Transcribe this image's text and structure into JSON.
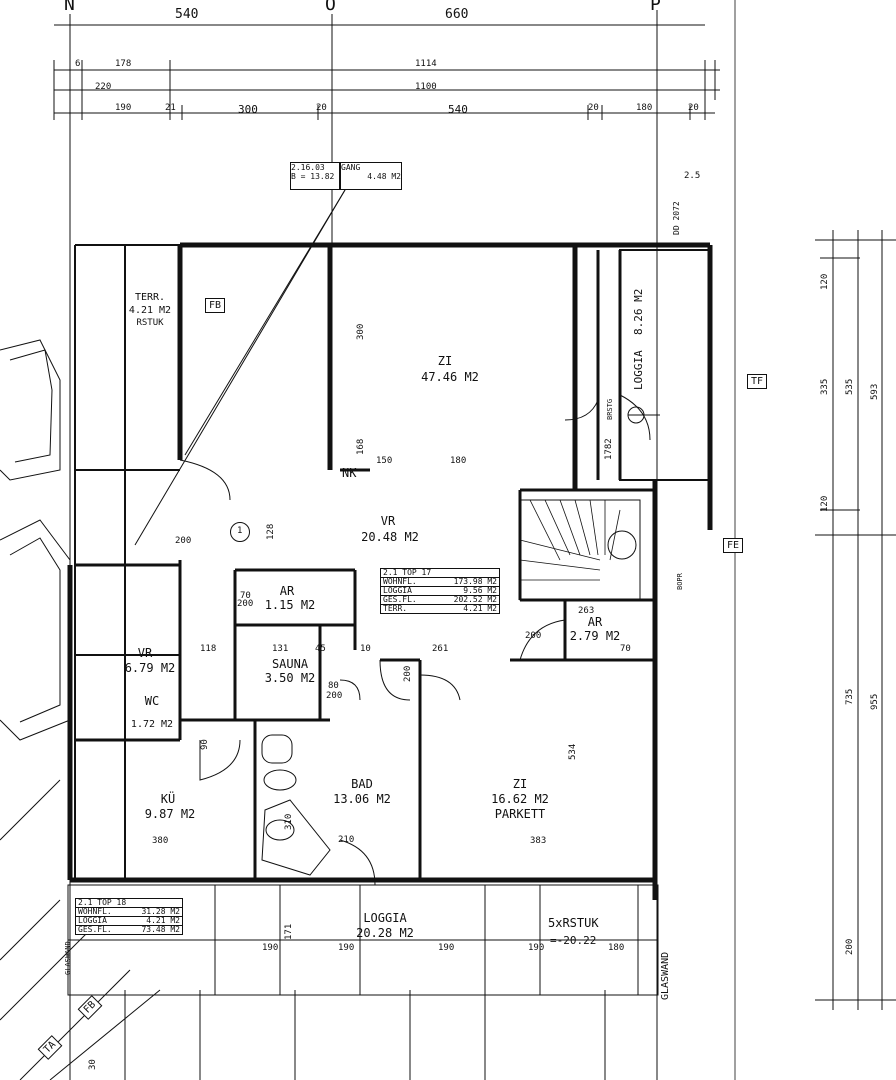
{
  "grid": {
    "n": "N",
    "o": "O",
    "p": "P"
  },
  "top_dims": {
    "row1": [
      "540",
      "660"
    ],
    "row2": [
      "6",
      "178",
      "1114"
    ],
    "row3": [
      "220",
      "1100"
    ],
    "row4": [
      "190",
      "21",
      "300",
      "20",
      "540",
      "20",
      "180",
      "20"
    ]
  },
  "gang": {
    "col1": [
      "2.16.03",
      "B = 13.82"
    ],
    "label": "GANG",
    "area": "4.48 M2"
  },
  "rooms": {
    "zi_main": {
      "name": "ZI",
      "area": "47.46 M2"
    },
    "vr": {
      "name": "VR",
      "area": "20.48 M2"
    },
    "ar1": {
      "name": "AR",
      "area": "1.15 M2"
    },
    "sauna": {
      "name": "SAUNA",
      "area": "3.50 M2"
    },
    "ar2": {
      "name": "AR",
      "area": "2.79 M2"
    },
    "bad": {
      "name": "BAD",
      "area": "13.06 M2"
    },
    "zi2": {
      "name": "ZI",
      "area": "16.62 M2",
      "note": "PARKETT"
    },
    "ku": {
      "name": "KÜ",
      "area": "9.87 M2"
    },
    "vr2": {
      "name": "VR",
      "area": "6.79 M2"
    },
    "wc": {
      "name": "WC",
      "area": "1.72 M2"
    },
    "terr": {
      "name": "TERR.",
      "area": "4.21 M2",
      "note": "RSTUK"
    },
    "loggia_right": {
      "name": "LOGGIA",
      "area": "8.26 M2"
    },
    "loggia_bottom": {
      "name": "LOGGIA",
      "area": "20.28 M2"
    },
    "nk": {
      "name": "NK"
    }
  },
  "tags": {
    "fb": "FB",
    "tf": "TF",
    "fe": "FE",
    "ta": "TA",
    "fb2": "FB"
  },
  "summary_table": [
    [
      "2.1 TOP 17",
      ""
    ],
    [
      "WOHNFL.",
      "173.98 M2"
    ],
    [
      "LOGGIA",
      "9.56 M2"
    ],
    [
      "GES.FL.",
      "202.52 M2"
    ],
    [
      "TERR.",
      "4.21 M2"
    ]
  ],
  "summary_table_left": [
    [
      "2.1 TOP 18",
      ""
    ],
    [
      "WOHNFL.",
      "31.28 M2"
    ],
    [
      "LOGGIA",
      "4.21 M2"
    ],
    [
      "GES.FL.",
      "73.48 M2"
    ]
  ],
  "rstuk": {
    "label": "5xRSTUK",
    "value": "=-20.22"
  },
  "glaswand": [
    "GLASWAND",
    "GLASWAND"
  ],
  "right_dims": [
    "120",
    "335",
    "535",
    "593",
    "120",
    "735",
    "955",
    "200"
  ],
  "dims_inner": {
    "d300": "300",
    "d150": "150",
    "d180": "180",
    "d118": "118",
    "d261": "261",
    "d131": "131",
    "d45": "45",
    "d263": "263",
    "d380": "380",
    "d383": "383",
    "d190a": "190",
    "d190b": "190",
    "d190c": "190",
    "d190d": "190",
    "d180b": "180",
    "d200a": "200",
    "d200b": "200",
    "d200c": "200",
    "d200d": "200",
    "d200e": "200",
    "d70": "70",
    "d80": "80",
    "d90": "90",
    "d10": "10",
    "d168": "168",
    "d310": "310",
    "d210": "210",
    "d128": "128",
    "d171": "171",
    "d534": "534",
    "d1782": "1782",
    "d70b": "70",
    "d30": "30"
  },
  "misc": {
    "door1": "1",
    "stairs_note": "BOPR",
    "loggia_note": "BRSTG",
    "dd": "DD 2072",
    "n25": "2.5"
  }
}
